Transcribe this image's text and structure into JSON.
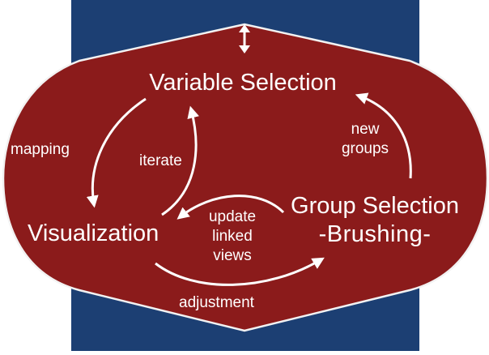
{
  "colors": {
    "background": "#ffffff",
    "panel": "#1c3f73",
    "shape": "#8b1b1b",
    "outline": "#f2f2f2",
    "text": "#ffffff"
  },
  "nodes": {
    "variable_selection": "Variable Selection",
    "visualization": "Visualization",
    "group_selection": "Group Selection",
    "group_selection_sub": "-Brushing-"
  },
  "edges": {
    "mapping": "mapping",
    "iterate": "iterate",
    "new_groups_line1": "new",
    "new_groups_line2": "groups",
    "update_line1": "update",
    "update_line2": "linked",
    "update_line3": "views",
    "adjustment": "adjustment"
  },
  "icons": {
    "top": "double-arrow-vertical-icon"
  }
}
